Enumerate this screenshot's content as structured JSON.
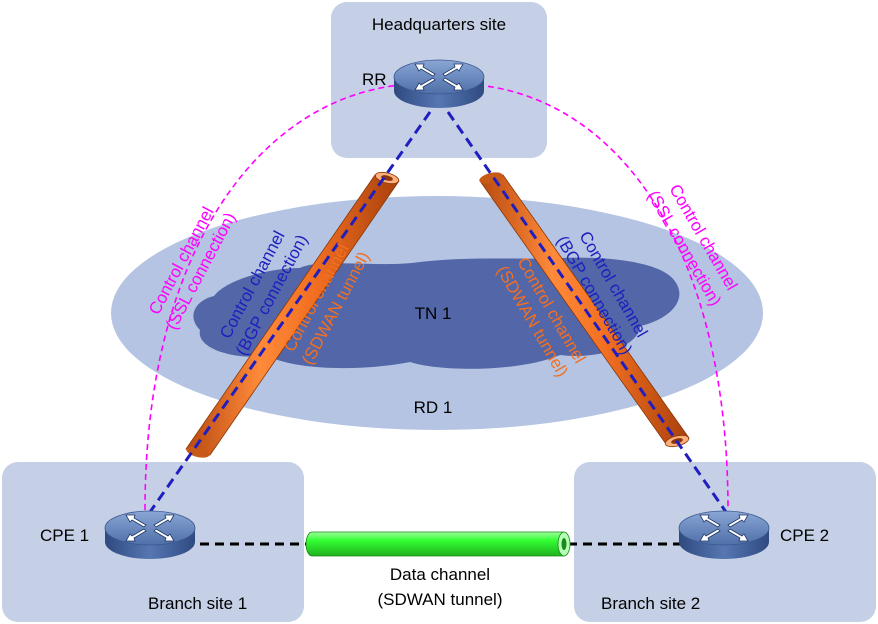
{
  "sites": {
    "hq": {
      "label": "Headquarters site",
      "router_label": "RR"
    },
    "branch1": {
      "label": "Branch site 1",
      "router_label": "CPE 1"
    },
    "branch2": {
      "label": "Branch site 2",
      "router_label": "CPE 2"
    }
  },
  "rd": {
    "label": "RD 1"
  },
  "tn": {
    "label": "TN 1"
  },
  "channels": {
    "ssl": {
      "line1": "Control channel",
      "line2": "(SSL connection)"
    },
    "bgp": {
      "line1": "Control channel",
      "line2": "(BGP connection)"
    },
    "sdwan_ctrl": {
      "line1": "Control channel",
      "line2": "(SDWAN tunnel)"
    },
    "data": {
      "line1": "Data channel",
      "line2": "(SDWAN tunnel)"
    }
  },
  "colors": {
    "site_box": "#c5d0e6",
    "rd_ellipse": "#b4c4e2",
    "tn_cloud": "#5266a8",
    "ssl": "#ff00ff",
    "bgp": "#1f1fbf",
    "sdwan_ctrl": "#f26f21",
    "data_tube": "#33ff33",
    "router": "#4e6fa8"
  },
  "icons": [
    "router-icon"
  ]
}
